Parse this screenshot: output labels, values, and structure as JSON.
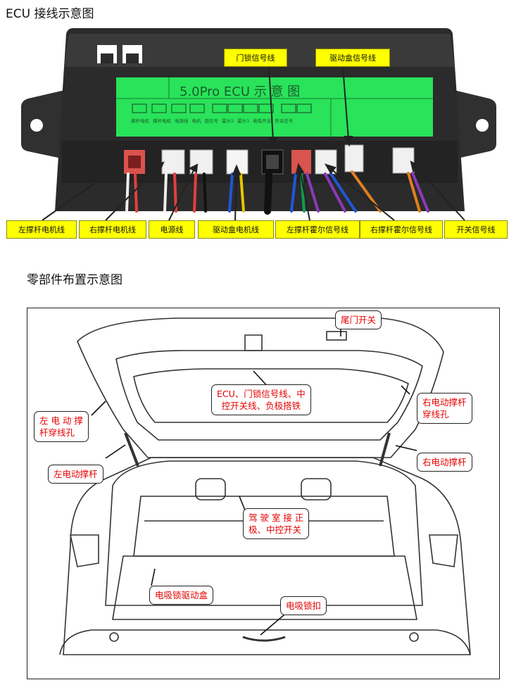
{
  "section1": {
    "title": "ECU 接线示意图",
    "panel": {
      "main_text": "5.0Pro ECU 示 意 图",
      "connector_captions": [
        "撑杆电机",
        "撑杆电机",
        "电源线",
        "电机",
        "锁信号",
        "霍尔2",
        "霍尔1",
        "电吸开关",
        "开关信号"
      ]
    },
    "top_labels": [
      "门锁信号线",
      "驱动盒信号线"
    ],
    "bottom_labels": [
      "左撑杆电机线",
      "右撑杆电机线",
      "电源线",
      "驱动盒电机线",
      "左撑杆霍尔信号线",
      "右撑杆霍尔信号线",
      "开关信号线"
    ]
  },
  "section2": {
    "title": "零部件布置示意图",
    "callouts": {
      "tailgate_switch": "尾门开关",
      "ecu_center_l1": "ECU、门锁信号线、中",
      "ecu_center_l2": "控开关线、负极搭铁",
      "right_strut_hole_l1": "右电动撑杆",
      "right_strut_hole_l2": "穿线孔",
      "left_strut_hole_l1": "左 电 动 撑",
      "left_strut_hole_l2": "杆穿线孔",
      "left_strut": "左电动撑杆",
      "right_strut": "右电动撑杆",
      "cabin_l1": "驾 驶 室 接 正",
      "cabin_l2": "极、中控开关",
      "lock_drive_box": "电吸锁驱动盒",
      "latch": "电吸锁扣"
    }
  },
  "colors": {
    "yellow_label": "#ffff00",
    "callout_text": "#e60000",
    "ecu_body": "#2b2b2b",
    "panel_green": "#29e35a"
  }
}
